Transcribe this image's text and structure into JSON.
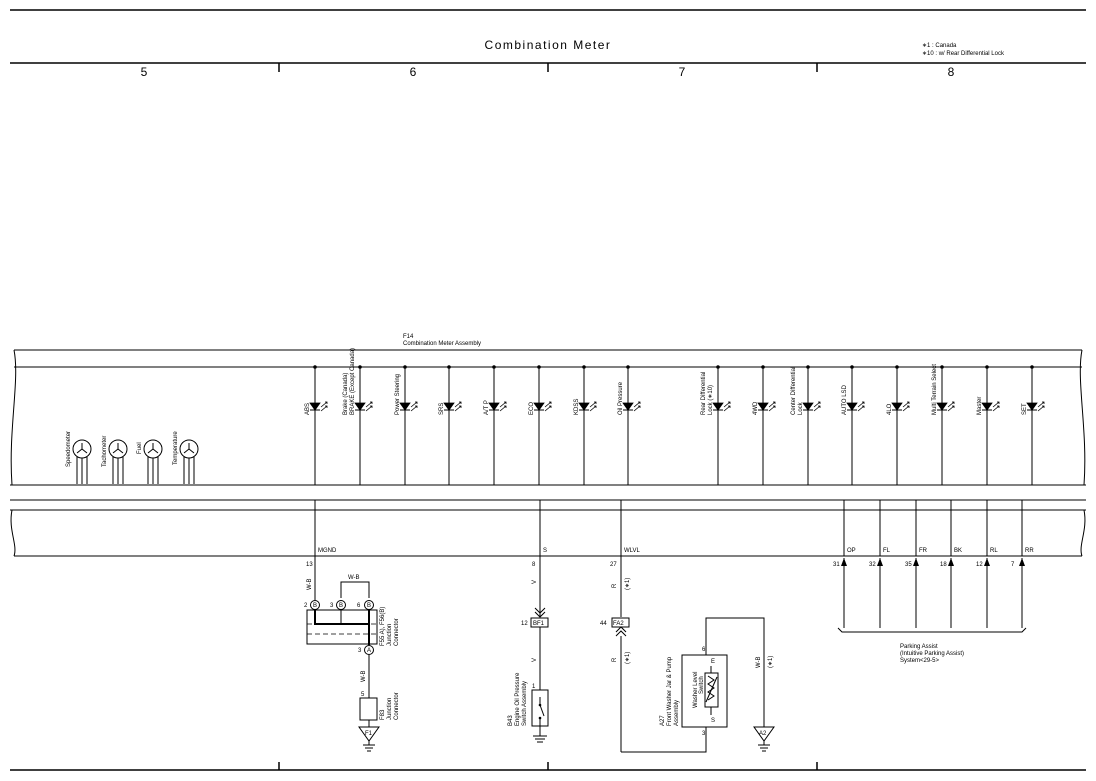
{
  "title": "Combination Meter",
  "notes": [
    "∗1 : Canada",
    "∗10 : w/ Rear Differential Lock"
  ],
  "columns": [
    "5",
    "6",
    "7",
    "8"
  ],
  "assembly": {
    "code": "F14",
    "name": "Combination Meter Assembly"
  },
  "gauges": [
    "Speedometer",
    "Tachometer",
    "Fuel",
    "Temperature"
  ],
  "indicators": [
    {
      "lines": [
        "ABS"
      ]
    },
    {
      "lines": [
        "Brake (Canada)",
        "BRAKE (Except Canada)"
      ]
    },
    {
      "lines": [
        "Power Steering"
      ]
    },
    {
      "lines": [
        "SRS"
      ]
    },
    {
      "lines": [
        "A/T P"
      ]
    },
    {
      "lines": [
        "ECO"
      ]
    },
    {
      "lines": [
        "KDSS"
      ]
    },
    {
      "lines": [
        "Oil Pressure"
      ]
    },
    {
      "lines": [
        "Rear Differential",
        "Lock (∗10)"
      ]
    },
    {
      "lines": [
        "4WD"
      ]
    },
    {
      "lines": [
        "Center Differential",
        "Lock"
      ]
    },
    {
      "lines": [
        "AUTO LSD"
      ]
    },
    {
      "lines": [
        "4LO"
      ]
    },
    {
      "lines": [
        "Multi Terrain Select"
      ]
    },
    {
      "lines": [
        "Master"
      ]
    },
    {
      "lines": [
        "SET"
      ]
    }
  ],
  "terminals": {
    "mgnd": {
      "name": "MGND",
      "pin": "13"
    },
    "s": {
      "name": "S",
      "pin": "8"
    },
    "wlvl": {
      "name": "WLVL",
      "pin": "27"
    }
  },
  "parking_pins": [
    {
      "name": "OP",
      "pin": "31"
    },
    {
      "name": "FL",
      "pin": "32"
    },
    {
      "name": "FR",
      "pin": "35"
    },
    {
      "name": "BK",
      "pin": "18"
    },
    {
      "name": "RL",
      "pin": "12"
    },
    {
      "name": "RR",
      "pin": "7"
    }
  ],
  "parking_assist": [
    "Parking Assist",
    "(Intuitive Parking Assist)",
    "System<29-5>"
  ],
  "ground_circuit": {
    "wire_top": "W-B",
    "wire_left": "W-B",
    "wire_mid": "W-B",
    "pins_top": [
      "2",
      "3",
      "6"
    ],
    "letter": "B",
    "pin_a": "3",
    "letter_a": "A",
    "junction_lines": [
      "F55 A), F56(B)",
      "Junction",
      "Connector"
    ],
    "f83_pin": "5",
    "f83_lines": [
      "F83",
      "Junction",
      "Connector"
    ],
    "ground": "F1"
  },
  "oil_circuit": {
    "wire": "V",
    "connector": "BF1",
    "connector_pin": "12",
    "wire2": "V",
    "switch_pin": "1",
    "switch_lines": [
      "B43",
      "Engine Oil Pressure",
      "Switch Assembly"
    ]
  },
  "washer_circuit": {
    "wire": "R",
    "note": "(∗1)",
    "connector": "FA2",
    "connector_pin": "44",
    "wire2": "R",
    "note2": "(∗1)",
    "pin6": "6",
    "pin3": "3",
    "e": "E",
    "s": "S",
    "inner_lines": [
      "Washer Level",
      "Switch"
    ],
    "part_lines": [
      "A27",
      "Front Washer Jar & Pump",
      "Assembly"
    ],
    "wire3": "W-B",
    "note3": "(∗1)",
    "ground": "A2"
  }
}
